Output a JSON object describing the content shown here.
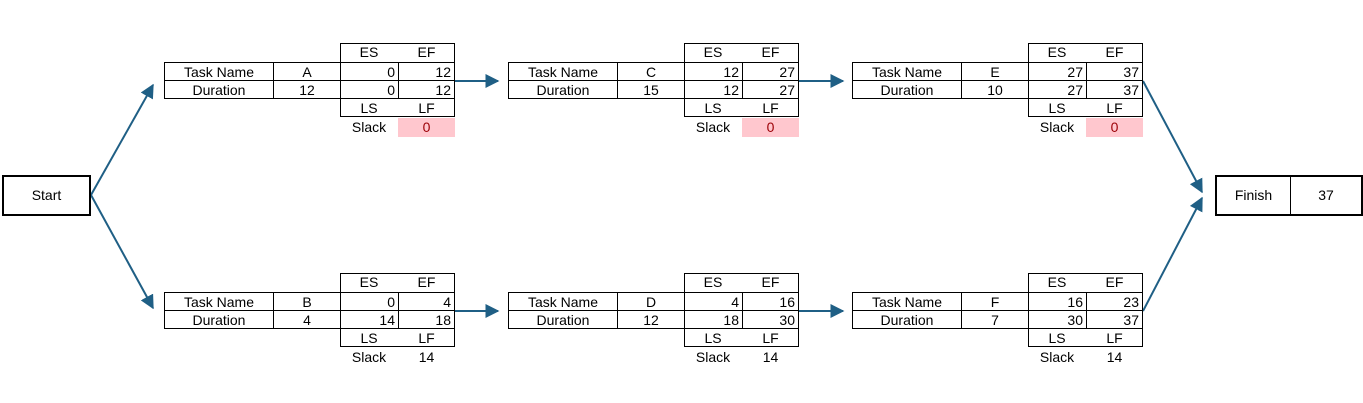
{
  "labels": {
    "task_name": "Task Name",
    "duration": "Duration",
    "es": "ES",
    "ef": "EF",
    "ls": "LS",
    "lf": "LF",
    "slack": "Slack"
  },
  "start": {
    "label": "Start"
  },
  "finish": {
    "label": "Finish",
    "value": "37"
  },
  "tasks": [
    {
      "name": "A",
      "duration": "12",
      "es": "0",
      "ef": "12",
      "ls": "0",
      "lf": "12",
      "slack": "0",
      "critical": true
    },
    {
      "name": "C",
      "duration": "15",
      "es": "12",
      "ef": "27",
      "ls": "12",
      "lf": "27",
      "slack": "0",
      "critical": true
    },
    {
      "name": "E",
      "duration": "10",
      "es": "27",
      "ef": "37",
      "ls": "27",
      "lf": "37",
      "slack": "0",
      "critical": true
    },
    {
      "name": "B",
      "duration": "4",
      "es": "0",
      "ef": "4",
      "ls": "14",
      "lf": "18",
      "slack": "14",
      "critical": false
    },
    {
      "name": "D",
      "duration": "12",
      "es": "4",
      "ef": "16",
      "ls": "18",
      "lf": "30",
      "slack": "14",
      "critical": false
    },
    {
      "name": "F",
      "duration": "7",
      "es": "16",
      "ef": "23",
      "ls": "30",
      "lf": "37",
      "slack": "14",
      "critical": false
    }
  ],
  "colors": {
    "arrow": "#1f5f85",
    "critical_fill": "#ffc7ce",
    "critical_text": "#9c0006"
  }
}
